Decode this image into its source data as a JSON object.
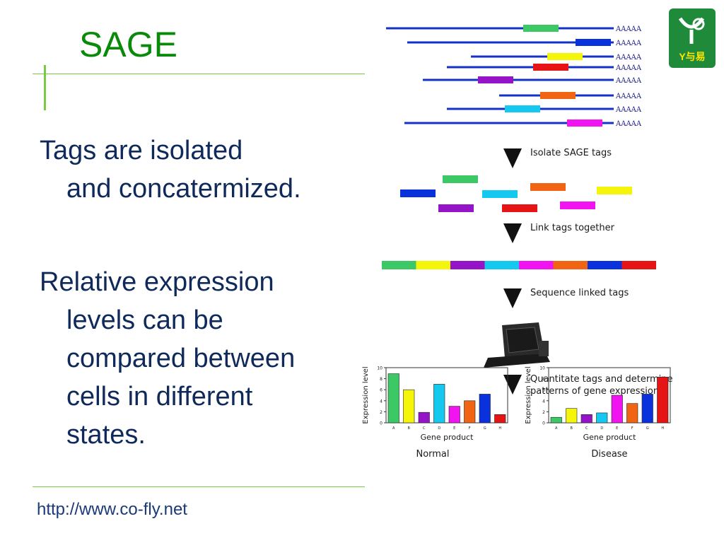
{
  "slide": {
    "title": "SAGE",
    "bullets": [
      {
        "lines": [
          "Tags are isolated",
          "and concatermized."
        ]
      },
      {
        "lines": [
          "Relative expression",
          "levels can be",
          "compared between",
          "cells in different",
          "states."
        ]
      }
    ],
    "footer_url": "http://www.co-fly.net",
    "logo_text": "Y与易"
  },
  "diagram": {
    "poly_a": "AAAAA",
    "steps": [
      {
        "lines": [
          "Isolate SAGE tags"
        ]
      },
      {
        "lines": [
          "Link tags together"
        ]
      },
      {
        "lines": [
          "Sequence linked tags"
        ]
      },
      {
        "lines": [
          "Quantitate tags and determine",
          "patterns of gene expression"
        ]
      }
    ],
    "colors": {
      "green": "#3cc864",
      "blue": "#0a32dc",
      "yellow": "#f5f50a",
      "red": "#e61414",
      "purple": "#9614c8",
      "orange": "#f06414",
      "cyan": "#14c8f0",
      "magenta": "#f014f0",
      "line": "#1432c8"
    }
  },
  "chart_data": [
    {
      "type": "bar",
      "title": "Normal",
      "xlabel": "Gene product",
      "ylabel": "Expression level",
      "categories": [
        "A",
        "B",
        "C",
        "D",
        "E",
        "F",
        "G",
        "H"
      ],
      "values": [
        8.9,
        6.0,
        1.9,
        7.0,
        3.0,
        4.0,
        5.2,
        1.5
      ],
      "ylim": [
        0,
        10
      ],
      "yticks": [
        0,
        2,
        4,
        6,
        8,
        10
      ],
      "bar_colors": [
        "#3cc864",
        "#f5f50a",
        "#9614c8",
        "#14c8f0",
        "#f014f0",
        "#f06414",
        "#0a32dc",
        "#e61414"
      ]
    },
    {
      "type": "bar",
      "title": "Disease",
      "xlabel": "Gene product",
      "ylabel": "Expression level",
      "categories": [
        "A",
        "B",
        "C",
        "D",
        "E",
        "F",
        "G",
        "H"
      ],
      "values": [
        1.0,
        2.6,
        1.5,
        1.8,
        5.0,
        3.5,
        5.2,
        8.3
      ],
      "ylim": [
        0,
        10
      ],
      "yticks": [
        0,
        2,
        4,
        6,
        8,
        10
      ],
      "bar_colors": [
        "#3cc864",
        "#f5f50a",
        "#9614c8",
        "#14c8f0",
        "#f014f0",
        "#f06414",
        "#0a32dc",
        "#e61414"
      ]
    }
  ]
}
